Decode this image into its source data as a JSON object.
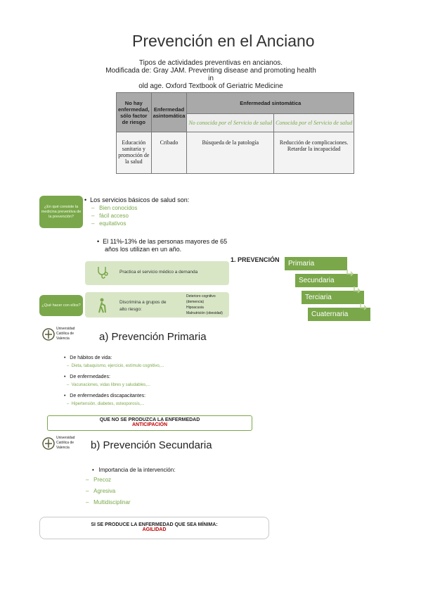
{
  "page_title": "Prevención en el Anciano",
  "caption": [
    "Tipos de actividades preventivas en ancianos.",
    "Modificada de: Gray JAM. Preventing disease and promoting health in",
    "old age. Oxford Textbook of Geriatric Medicine"
  ],
  "table": {
    "h1": "No hay enfermedad, sólo factor de riesgo",
    "h2": "Enfermedad asintomática",
    "h3": "Enfermedad sintomática",
    "sub1": "No conocida por el Servicio de salud",
    "sub2": "Conocida por el Servicio de salud",
    "c1": "Educación sanitaria y promoción de la salud",
    "c2": "Cribado",
    "c3": "Búsqueda de la patología",
    "c4": "Reducción de complicaciones. Retardar la incapacidad"
  },
  "q1": "¿En qué consiste la medicina preventiva de la prevención?",
  "bullet_main": "Los servicios básicos de salud son:",
  "sub_items": [
    "Bien conocidos",
    "fácil acceso",
    "equitativos"
  ],
  "bullet_2a": "El 11%-13% de las personas mayores de 65",
  "bullet_2b": "años los utilizan en un año.",
  "prev_heading": "1. PREVENCIÓN",
  "levels": [
    "Primaria",
    "Secundaria",
    "Terciaria",
    "Cuaternaria"
  ],
  "practice_text": "Practica el servicio médico a demanda",
  "discrimina_a": "Discrimina a grupos de",
  "discrimina_b": "alto riesgo:",
  "risk_items": [
    "Deterioro cognitivo",
    "(demencia)",
    "Hipoacusia",
    "Malnutrición (obesidad)"
  ],
  "q2": "¿Qué hacer con ellos?",
  "uni": [
    "Universidad",
    "Católica de",
    "Valencia"
  ],
  "sec_a": "a) Prevención Primaria",
  "a_items": [
    {
      "b": "De hábitos de vida:",
      "s": "Dieta, tabaquismo, ejercicio, estímulo cognitivo,..."
    },
    {
      "b": "De enfermedades:",
      "s": "Vacunaciones, vidas libres y saludables,..."
    },
    {
      "b": "De enfermedades discapacitantes:",
      "s": "Hipertensión, diabetes, osteoporosis,..."
    }
  ],
  "box_a1": "QUE NO SE PRODUZCA LA ENFERMEDAD",
  "box_a2": "ANTICIPACIÓN",
  "sec_b": "b) Prevención Secundaria",
  "b_bullet": "Importancia de la intervención:",
  "b_items": [
    "Precoz",
    "Agresiva",
    "Multidisciplinar"
  ],
  "box_b1": "SI SE PRODUCE LA ENFERMEDAD QUE SEA MÍNIMA:",
  "box_b2": "AGILIDAD",
  "colors": {
    "accent": "#7aa74a",
    "light": "#d8e6c6",
    "red": "#c00000"
  },
  "icons": [
    "stethoscope-icon",
    "elderly-person-icon",
    "university-logo-icon"
  ]
}
